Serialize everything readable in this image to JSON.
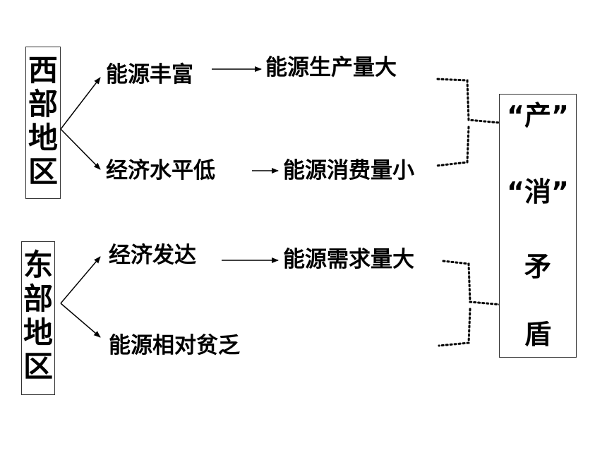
{
  "west": {
    "region": "西部地区",
    "cause_1": "能源丰富",
    "cause_2": "经济水平低",
    "effect_1": "能源生产量大",
    "effect_2": "能源消费量小"
  },
  "east": {
    "region": "东部地区",
    "cause_1": "经济发达",
    "cause_2": "能源相对贫乏",
    "effect_1": "能源需求量大"
  },
  "result": {
    "line_1": "“产”",
    "line_2": "“消”",
    "line_3": "矛",
    "line_4": "盾"
  },
  "colors": {
    "text": "#000000",
    "border": "#333333",
    "background": "#ffffff"
  }
}
